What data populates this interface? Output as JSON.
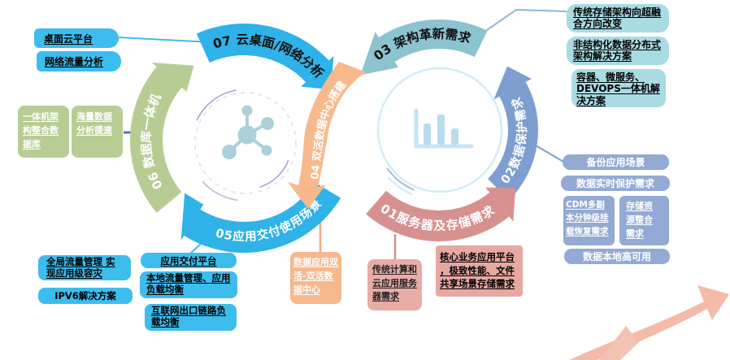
{
  "arcs": {
    "a07": {
      "label": "07 云桌面/网络分析"
    },
    "a06": {
      "label": "06 数据库一体机"
    },
    "a05": {
      "label": "05应用交付使用场景"
    },
    "a04": {
      "label": "04 双活数据中心搭建"
    },
    "a03": {
      "label": "03 架构革新需求"
    },
    "a02": {
      "label": "02数据保护需求"
    },
    "a01": {
      "label": "01服务器及存储需求"
    }
  },
  "boxes": {
    "desktop_cloud": "桌面云平台",
    "network_traffic": "网络流量分析",
    "appliance_arch": "一体机架构整合数据库",
    "massive_data": "海量数据分析提速",
    "global_traffic": "全局流量管理 实现应用级容灾",
    "ipv6": "IPV6解决方案",
    "app_delivery": "应用交付平台",
    "local_traffic": "本地流量管理、应用负载均衡",
    "internet_link": "互联网出口链路负载均衡",
    "dual_active": "数据应用双活-双活数据中心",
    "traditional_compute": "传统计算和云应用服务器需求",
    "core_business": "核心业务应用平台，极致性能、文件共享场景存储需求",
    "storage_hci": "传统存储架构向超融合方向改变",
    "unstructured": "非结构化数据分布式架构解决方案",
    "container": "容器、微服务、DEVOPS一体机解决方案",
    "backup": "备份应用场景",
    "realtime_protect": "数据实时保护需求",
    "cdm": "CDM多副本分钟级挂载恢复需求",
    "storage_integration": "存储资源整合需求",
    "local_ha": "数据本地高可用"
  },
  "icons": {
    "left_center": "network-cluster-icon",
    "right_center": "bar-chart-icon"
  },
  "colors": {
    "arc_blue": "#2fb2e8",
    "arc_green": "#b7cc92",
    "arc_teal": "#8bc3cf",
    "arc_slate": "#7e9dd1",
    "arc_salmon": "#d6918e",
    "arc_orange": "#f7b98c",
    "box_blue": "#3dbdee",
    "box_green": "#b7cd94",
    "box_teal": "#a9dbe2",
    "box_slate": "#93aad4",
    "box_orange": "#f6b88d",
    "box_salmon": "#e8aca6",
    "swoosh": "#f4bba8"
  }
}
